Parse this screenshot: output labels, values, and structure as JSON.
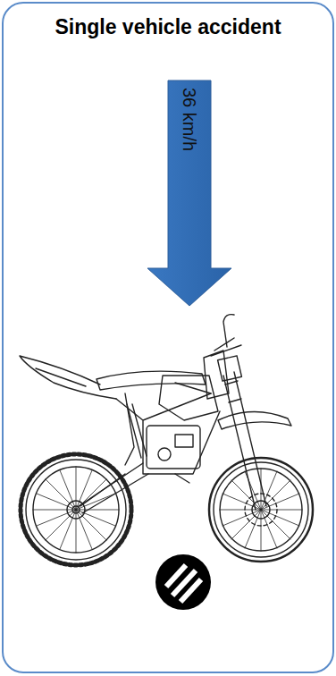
{
  "diagram": {
    "nodes": [
      {
        "text": [
          "Single vehicle accident"
        ]
      },
      {
        "text": [
          "36 km/h"
        ],
        "in": 0
      }
    ]
  }
}
